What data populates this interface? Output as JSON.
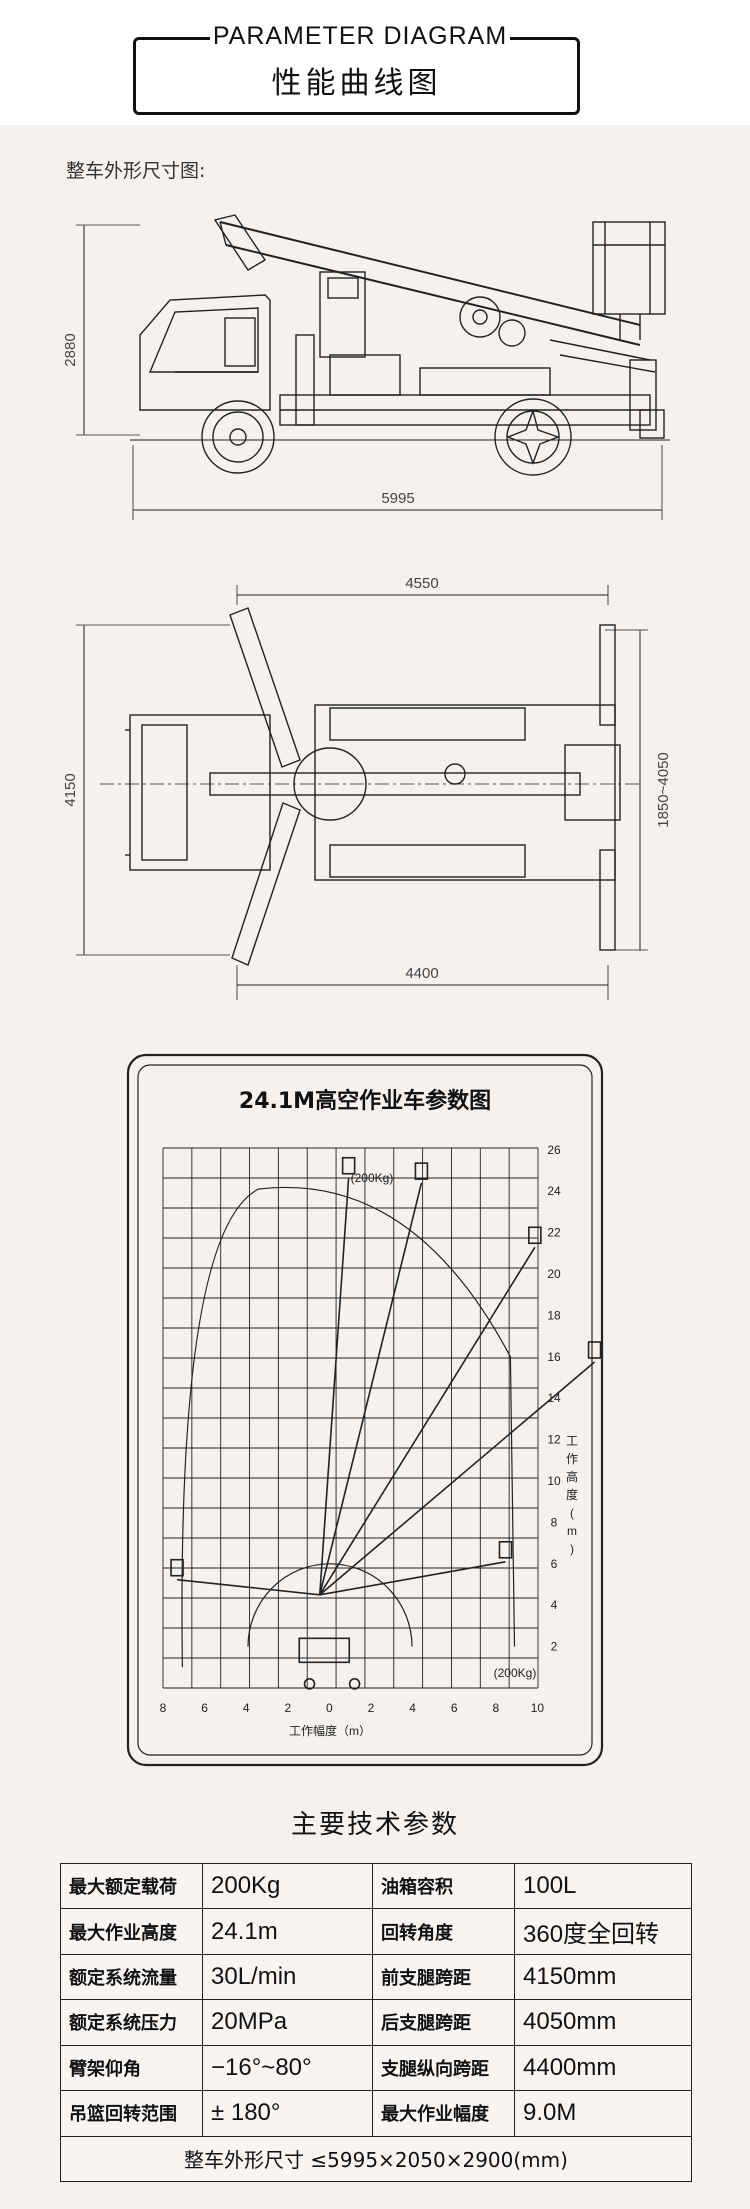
{
  "header": {
    "title_en": "PARAMETER DIAGRAM",
    "title_cn": "性能曲线图"
  },
  "outline_section_label": "整车外形尺寸图:",
  "side_view": {
    "height_dim": "2880",
    "length_dim": "5995"
  },
  "top_view": {
    "top_dim": "4550",
    "left_dim": "4150",
    "right_dim": "1850~4050",
    "bottom_dim": "4400"
  },
  "chart_data": {
    "type": "diagram",
    "title": "24.1M高空作业车参数图",
    "y_ticks": [
      "26",
      "24",
      "22",
      "20",
      "18",
      "16",
      "14",
      "12",
      "10",
      "8",
      "6",
      "4",
      "2"
    ],
    "x_ticks": [
      "8",
      "6",
      "4",
      "2",
      "0",
      "2",
      "4",
      "6",
      "8",
      "10"
    ],
    "ylabel": "工作高度(m)",
    "xlabel": "工作幅度（m）",
    "load_label_top": "(200Kg)",
    "load_label_right": "(200Kg)",
    "max_height_m": 24.1,
    "max_radius_m": 9.0
  },
  "specs": {
    "title": "主要技术参数",
    "rows": [
      {
        "k1": "最大额定载荷",
        "v1": "200Kg",
        "k2": "油箱容积",
        "v2": "100L"
      },
      {
        "k1": "最大作业高度",
        "v1": "24.1m",
        "k2": "回转角度",
        "v2": "360度全回转"
      },
      {
        "k1": "额定系统流量",
        "v1": "30L/min",
        "k2": "前支腿跨距",
        "v2": "4150mm"
      },
      {
        "k1": "额定系统压力",
        "v1": "20MPa",
        "k2": "后支腿跨距",
        "v2": "4050mm"
      },
      {
        "k1": "臂架仰角",
        "v1": "−16°~80°",
        "k2": "支腿纵向跨距",
        "v2": "4400mm"
      },
      {
        "k1": "吊篮回转范围",
        "v1": "± 180°",
        "k2": "最大作业幅度",
        "v2": "9.0M"
      }
    ],
    "overall_label": "整车外形尺寸",
    "overall_value": "≤5995×2050×2900(mm)"
  },
  "colors": {
    "background": "#f5f1ee",
    "line": "#222222"
  }
}
